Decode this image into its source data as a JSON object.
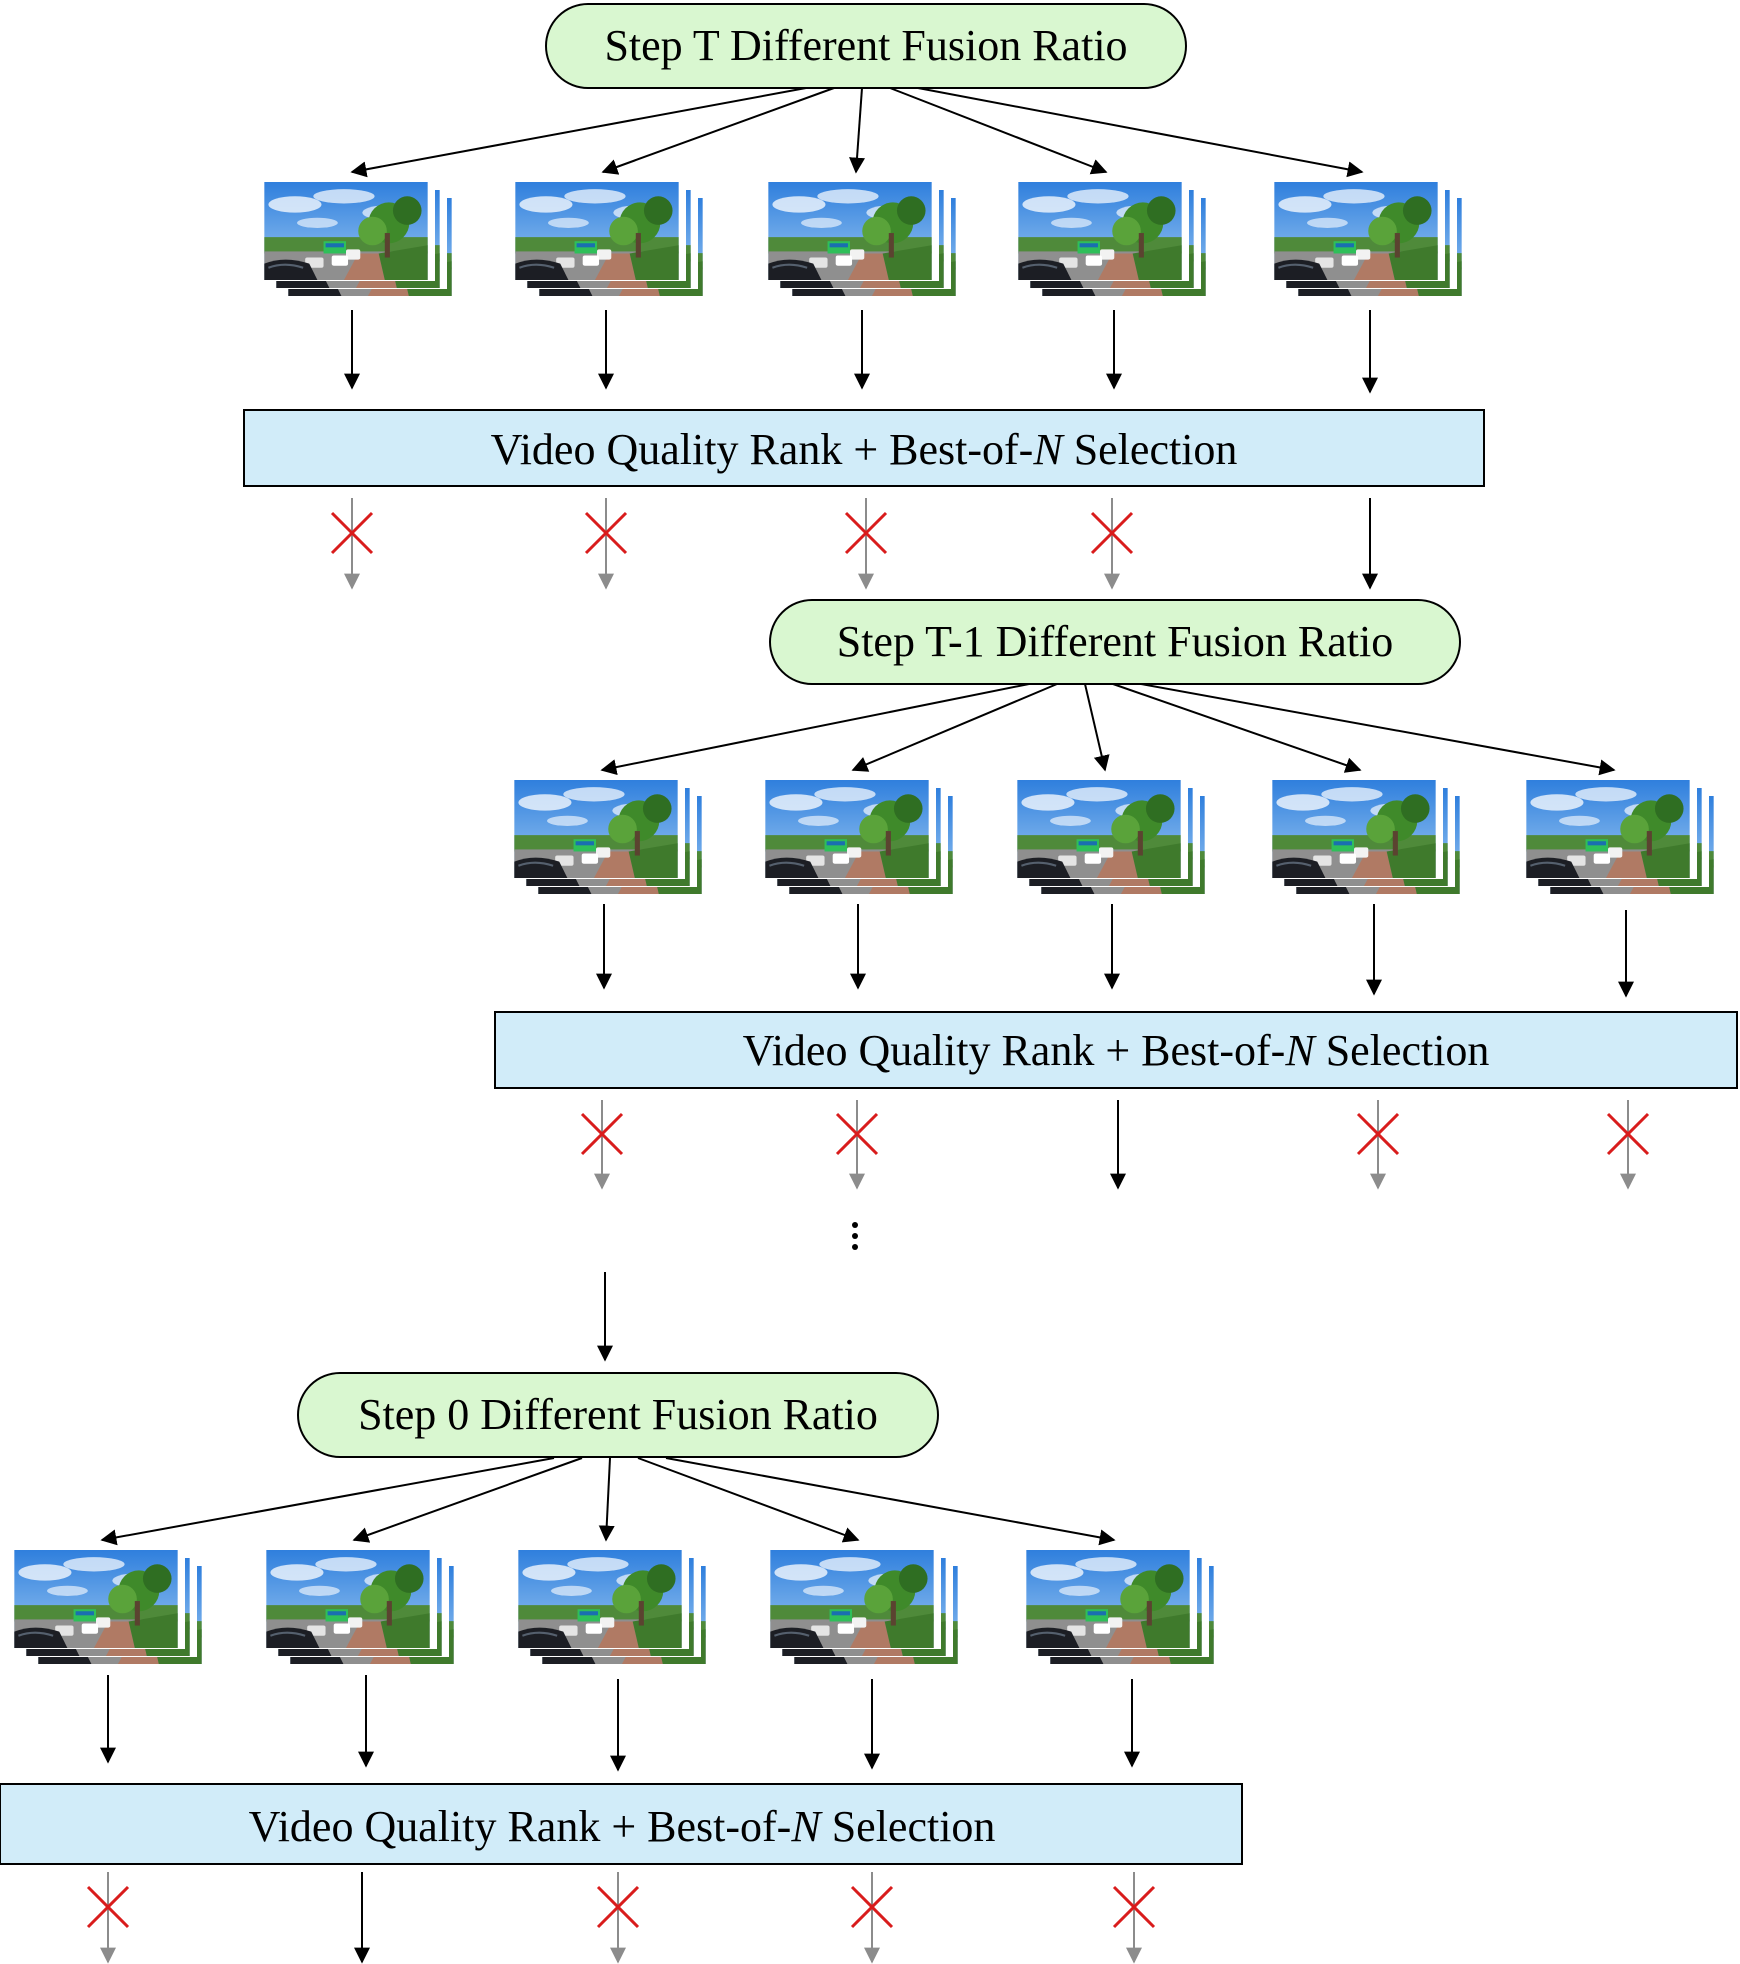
{
  "colors": {
    "step_fill": "#d9f7d0",
    "rank_fill": "#d1ecf9",
    "arrow": "#000000",
    "rejected_arrow": "#8c8c8c",
    "reject_mark": "#d91c1c",
    "sky": "#4b94e3"
  },
  "icons": {
    "thumbnail": "video-frame-stack-icon",
    "reject": "red-cross-icon",
    "continuation": "vertical-ellipsis-icon"
  },
  "stages": [
    {
      "step_label": "Step T Different Fusion Ratio",
      "rank_prefix": "Video Quality Rank + Best-of-",
      "rank_n": "N",
      "rank_suffix": " Selection",
      "selected_candidate": 4
    },
    {
      "step_label": "Step T-1 Different Fusion Ratio",
      "rank_prefix": "Video Quality Rank + Best-of-",
      "rank_n": "N",
      "rank_suffix": " Selection",
      "selected_candidate": 2
    },
    {
      "step_label": "Step 0 Different Fusion Ratio",
      "rank_prefix": "Video Quality Rank + Best-of-",
      "rank_n": "N",
      "rank_suffix": " Selection",
      "selected_candidate": 1
    }
  ],
  "candidates_per_stage": 5
}
